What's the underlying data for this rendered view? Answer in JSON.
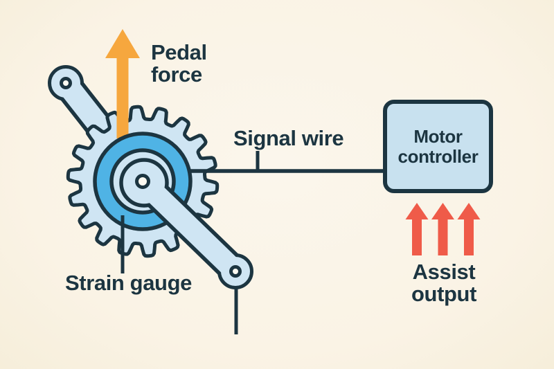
{
  "labels": {
    "pedal_force_line1": "Pedal",
    "pedal_force_line2": "force",
    "signal_wire": "Signal wire",
    "strain_gauge": "Strain gauge",
    "motor_controller_line1": "Motor",
    "motor_controller_line2": "controller",
    "assist_output_line1": "Assist",
    "assist_output_line2": "output"
  },
  "icons": {
    "pedal_force_arrow": "up-arrow-icon",
    "chainring": "chainring-gear-icon",
    "strain_gauge_ring": "sensor-ring-icon",
    "crank_arms": "crank-arm-icon",
    "assist_output_arrows": "triple-up-arrow-icon"
  },
  "colors": {
    "bg": "#faf3e5",
    "bg_center": "#fbf6ec",
    "bg_edge": "#f6eeda",
    "outline": "#1c3541",
    "text": "#1c3541",
    "gear": "#cfe5f3",
    "crank": "#cfe5f3",
    "ring": "#4fb3e5",
    "box": "#c8e1ef",
    "hole": "#fdfaf1",
    "pedal_arrow": "#f6a73e",
    "assist_arrow": "#ef5b49"
  }
}
